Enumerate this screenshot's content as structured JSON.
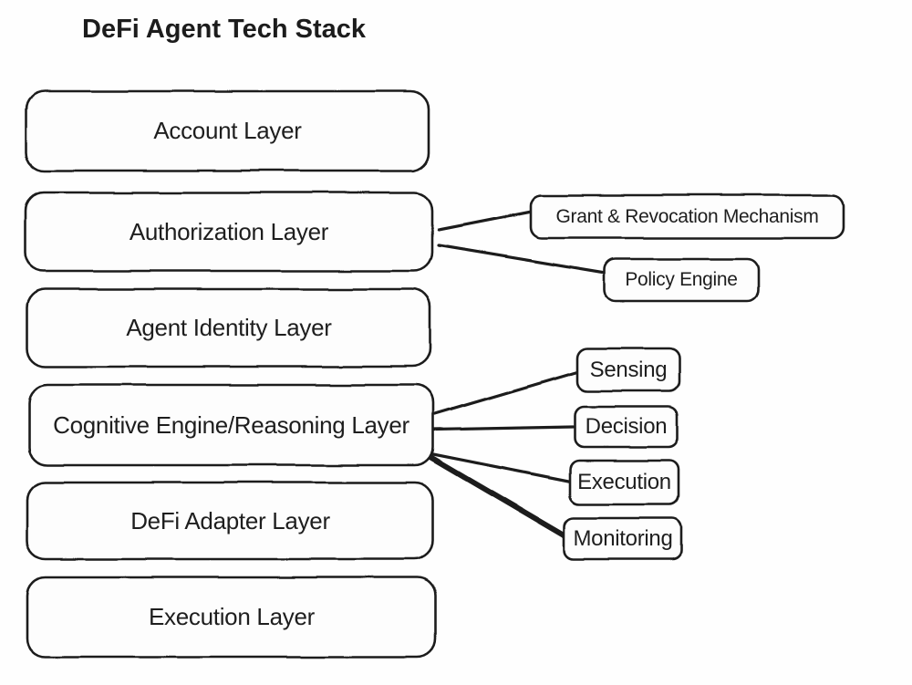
{
  "title": "DeFi Agent Tech Stack",
  "diagram": {
    "type": "layer-stack-diagram",
    "style": "hand-drawn",
    "colors": {
      "stroke": "#1b1b1b",
      "text": "#1e1e1e",
      "background": "#fefefe",
      "box_fill": "#fdfdfd"
    },
    "layers": [
      {
        "label": "Account Layer"
      },
      {
        "label": "Authorization Layer"
      },
      {
        "label": "Agent Identity Layer"
      },
      {
        "label": "Cognitive Engine/Reasoning Layer"
      },
      {
        "label": "DeFi Adapter Layer"
      },
      {
        "label": "Execution Layer"
      }
    ],
    "modules": [
      {
        "label": "Grant & Revocation Mechanism",
        "connects_to": "Authorization Layer"
      },
      {
        "label": "Policy Engine",
        "connects_to": "Authorization Layer"
      },
      {
        "label": "Sensing",
        "connects_to": "Cognitive Engine/Reasoning Layer"
      },
      {
        "label": "Decision",
        "connects_to": "Cognitive Engine/Reasoning Layer"
      },
      {
        "label": "Execution",
        "connects_to": "Cognitive Engine/Reasoning Layer"
      },
      {
        "label": "Monitoring",
        "connects_to": "Cognitive Engine/Reasoning Layer"
      }
    ]
  }
}
